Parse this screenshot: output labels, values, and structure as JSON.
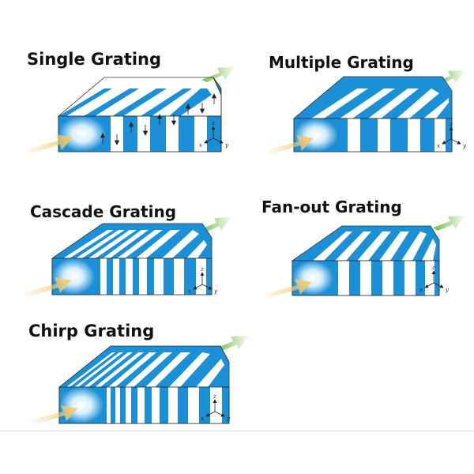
{
  "titles": {
    "single": "Single Grating",
    "multiple": "Multiple Grating",
    "cascade": "Cascade Grating",
    "fanout": "Fan-out Grating",
    "chirp": "Chirp Grating"
  },
  "axis_labels": {
    "x": "x",
    "y": "y",
    "z": "z"
  },
  "colors": {
    "domain_blue": "#1c90d6",
    "top_blue": "#2f9de0",
    "side_blue": "#1780c4",
    "input_beam": "#f5c96a",
    "output_beam": "#6fbf4a"
  }
}
